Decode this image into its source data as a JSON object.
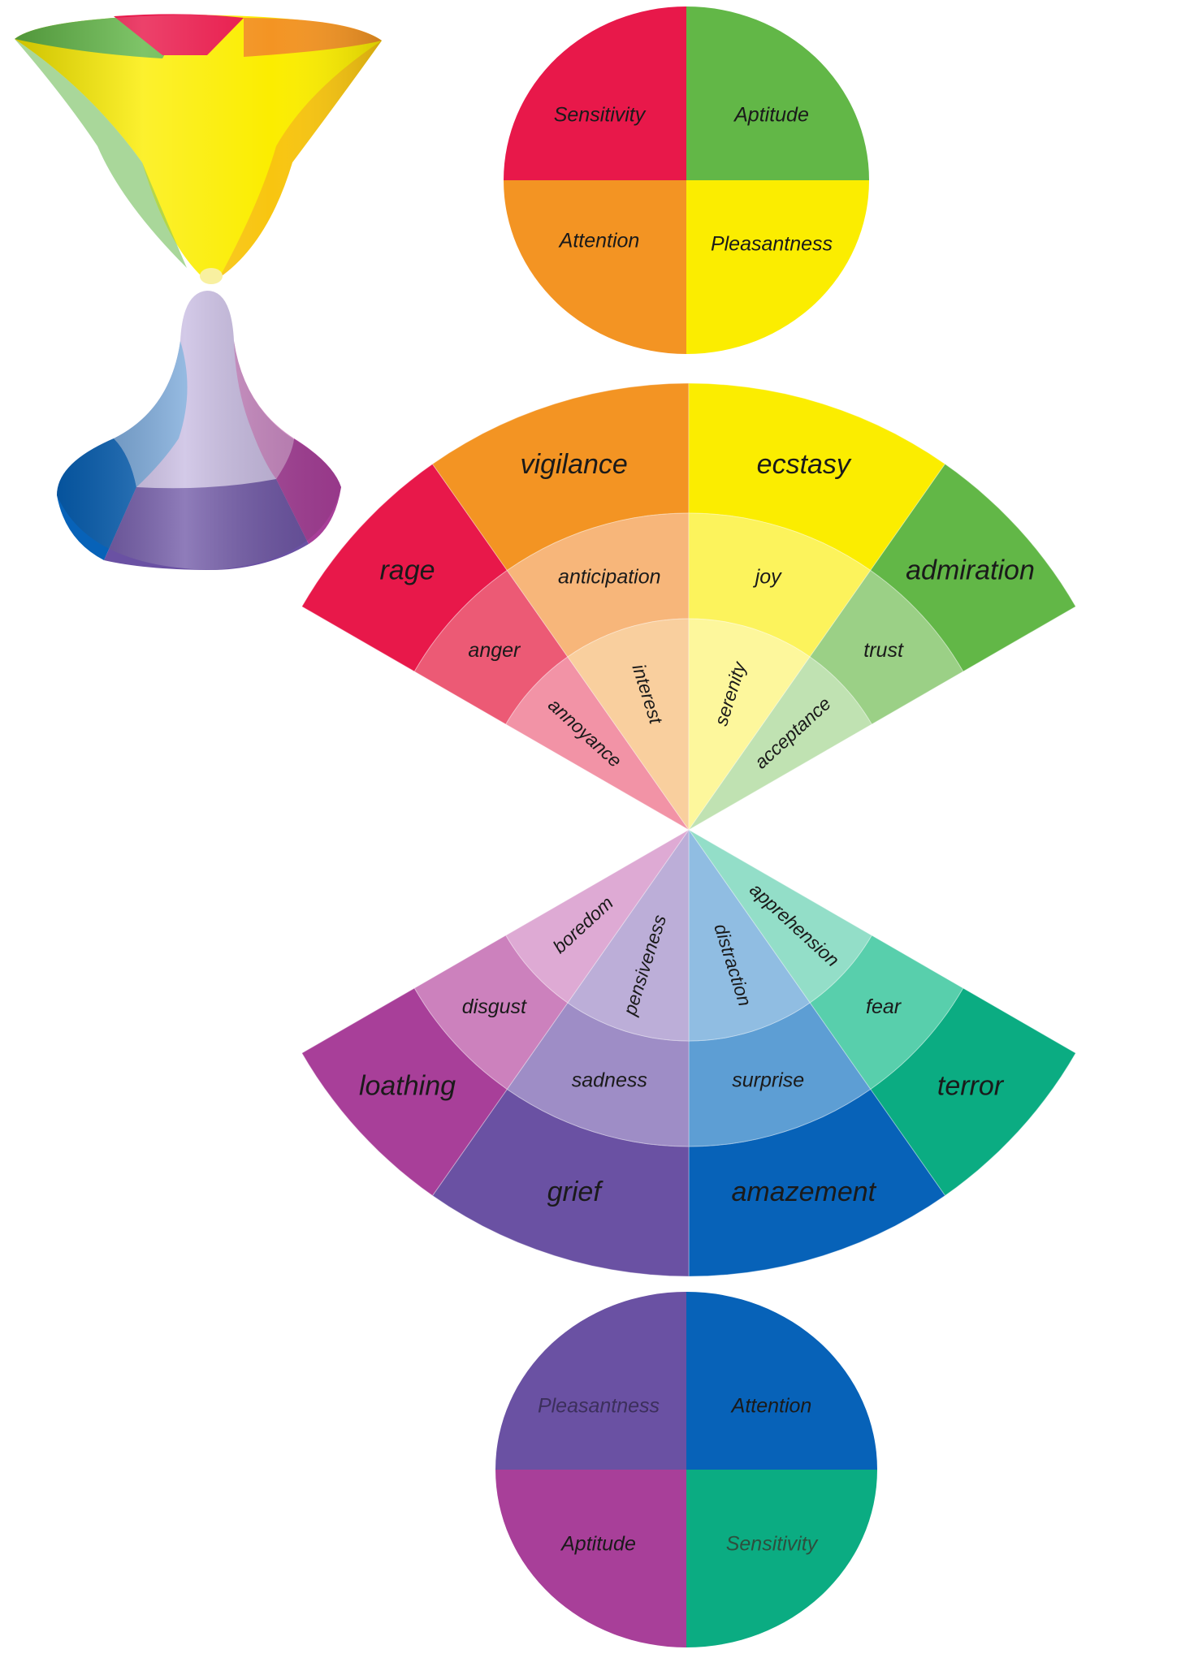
{
  "top_dimensions": [
    {
      "id": "sensitivity",
      "label": "Sensitivity",
      "color": "#e8184a"
    },
    {
      "id": "aptitude",
      "label": "Aptitude",
      "color": "#62b747"
    },
    {
      "id": "attention",
      "label": "Attention",
      "color": "#f39423"
    },
    {
      "id": "pleasantness",
      "label": "Pleasantness",
      "color": "#fbed00"
    }
  ],
  "bottom_dimensions": [
    {
      "id": "pleasantness",
      "label": "Pleasantness",
      "color": "#6a51a3"
    },
    {
      "id": "attention",
      "label": "Attention",
      "color": "#0762b8"
    },
    {
      "id": "aptitude",
      "label": "Aptitude",
      "color": "#a83f99"
    },
    {
      "id": "sensitivity",
      "label": "Sensitivity",
      "color": "#0bac82"
    }
  ],
  "emotions": [
    {
      "family": "red",
      "intense": "rage",
      "basic": "anger",
      "mild": "annoyance",
      "colors": [
        "#e8184a",
        "#ec5a75",
        "#f293a6"
      ]
    },
    {
      "family": "orange",
      "intense": "vigilance",
      "basic": "anticipation",
      "mild": "interest",
      "colors": [
        "#f39423",
        "#f7b67a",
        "#f9cf9e"
      ]
    },
    {
      "family": "yellow",
      "intense": "ecstasy",
      "basic": "joy",
      "mild": "serenity",
      "colors": [
        "#fbed00",
        "#fcf35c",
        "#fdf79c"
      ]
    },
    {
      "family": "green",
      "intense": "admiration",
      "basic": "trust",
      "mild": "acceptance",
      "colors": [
        "#62b747",
        "#9bd086",
        "#c0e2b2"
      ]
    },
    {
      "family": "teal",
      "intense": "terror",
      "basic": "fear",
      "mild": "apprehension",
      "colors": [
        "#0bac82",
        "#58cfac",
        "#93dec8"
      ]
    },
    {
      "family": "blue",
      "intense": "amazement",
      "basic": "surprise",
      "mild": "distraction",
      "colors": [
        "#0762b8",
        "#5d9ed4",
        "#90bde2"
      ]
    },
    {
      "family": "violet",
      "intense": "grief",
      "basic": "sadness",
      "mild": "pensiveness",
      "colors": [
        "#6a51a3",
        "#9e8dc6",
        "#bcaed8"
      ]
    },
    {
      "family": "magenta",
      "intense": "loathing",
      "basic": "disgust",
      "mild": "boredom",
      "colors": [
        "#a83f99",
        "#cc81bd",
        "#deaad4"
      ]
    }
  ],
  "hourglass_colors": {
    "top": [
      "#e8184a",
      "#f39423",
      "#fbed00",
      "#62b747"
    ],
    "bottom": [
      "#6a51a3",
      "#0762b8",
      "#a83f99",
      "#0bac82"
    ]
  }
}
